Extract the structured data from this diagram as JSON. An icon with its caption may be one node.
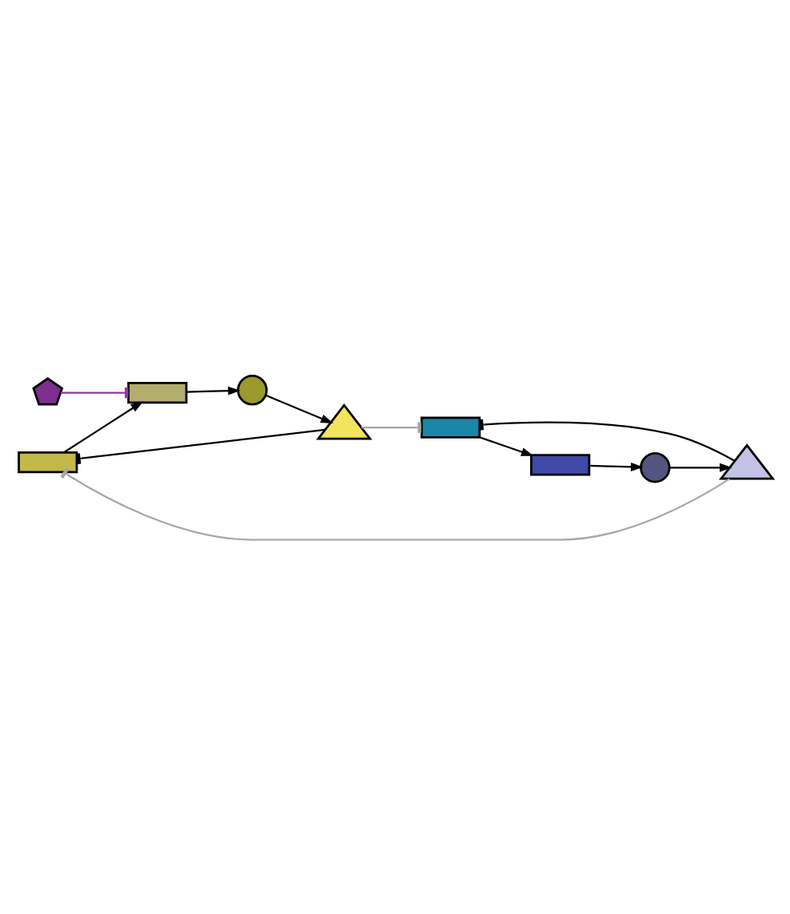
{
  "diagram": {
    "nodes": [
      {
        "text": [],
        "shape": "box"
      },
      {
        "text": [],
        "shape": "box"
      },
      {
        "text": [],
        "shape": "pentagon"
      },
      {
        "text": [],
        "shape": "circle"
      },
      {
        "text": [],
        "shape": "triangle"
      },
      {
        "text": [],
        "shape": "triangle"
      },
      {
        "text": [],
        "shape": "circle"
      },
      {
        "text": [],
        "shape": "box"
      },
      {
        "text": [],
        "shape": "box"
      }
    ],
    "edges": [
      {
        "from": 0,
        "to": 1,
        "arrow": "to"
      },
      {
        "from": 2,
        "to": 1,
        "arrow": "other",
        "color": "#8b3a9b"
      },
      {
        "from": 1,
        "to": 3,
        "arrow": "to"
      },
      {
        "from": 3,
        "to": 4,
        "arrow": "to"
      },
      {
        "from": 4,
        "to": 0,
        "arrow": "other"
      },
      {
        "from": 5,
        "to": 0,
        "arrow": "other",
        "color": "#a6a6a6"
      },
      {
        "from": 8,
        "to": 7,
        "arrow": "to"
      },
      {
        "from": 7,
        "to": 6,
        "arrow": "to"
      },
      {
        "from": 6,
        "to": 5,
        "arrow": "to"
      },
      {
        "from": 5,
        "to": 8,
        "arrow": "other"
      },
      {
        "from": 4,
        "to": 8,
        "arrow": "other",
        "color": "#a6a6a6"
      }
    ]
  }
}
